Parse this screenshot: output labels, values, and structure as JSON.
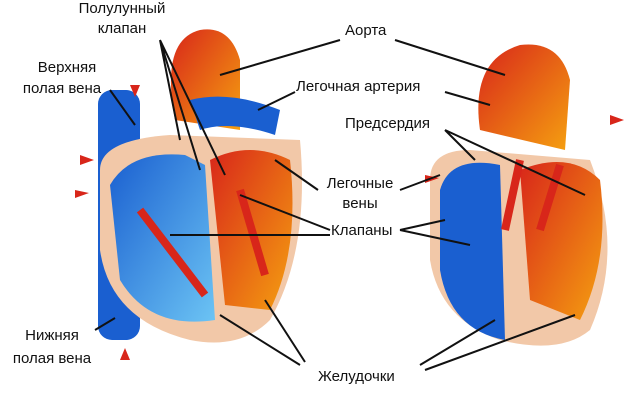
{
  "labels": {
    "semilunar_valve": [
      "Полулунный",
      "клапан"
    ],
    "aorta": "Аорта",
    "superior_vena_cava": [
      "Верхняя",
      "полая вена"
    ],
    "pulmonary_artery": "Легочная артерия",
    "atria": "Предсердия",
    "pulmonary_veins": [
      "Легочные",
      "вены"
    ],
    "valves": "Клапаны",
    "inferior_vena_cava": [
      "Нижняя",
      "полая вена"
    ],
    "ventricles": "Желудочки"
  },
  "colors": {
    "venous": "#1a5fd0",
    "venous_light": "#5ab4f0",
    "arterial": "#d8261a",
    "arterial_orange": "#f08a10",
    "tissue": "#f2c8a8"
  }
}
